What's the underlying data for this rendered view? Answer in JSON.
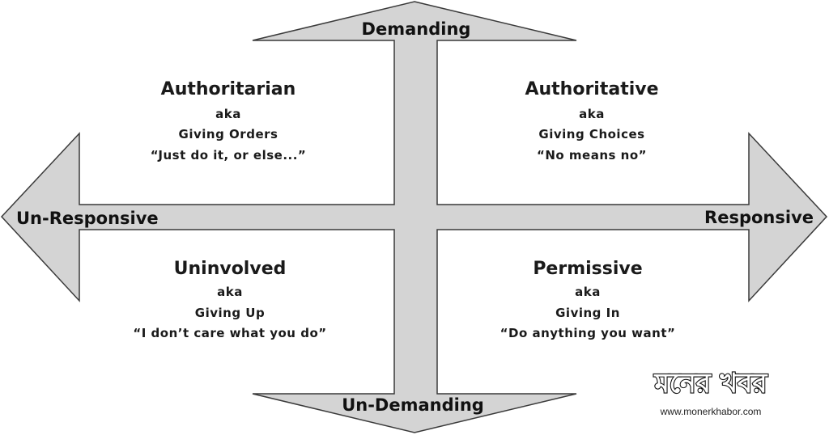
{
  "axes": {
    "top": "Demanding",
    "bottom": "Un-Demanding",
    "left": "Un-Responsive",
    "right": "Responsive"
  },
  "quadrants": {
    "top_left": {
      "title": "Authoritarian",
      "aka": "aka",
      "subtitle": "Giving Orders",
      "quote": "“Just do it, or else...”"
    },
    "top_right": {
      "title": "Authoritative",
      "aka": "aka",
      "subtitle": "Giving Choices",
      "quote": "“No means no”"
    },
    "bottom_left": {
      "title": "Uninvolved",
      "aka": "aka",
      "subtitle": "Giving Up",
      "quote": "“I don’t care what you do”"
    },
    "bottom_right": {
      "title": "Permissive",
      "aka": "aka",
      "subtitle": "Giving In",
      "quote": "“Do anything you want”"
    }
  },
  "watermark": {
    "logo": "মনের খবর",
    "website": "www.monerkhabor.com"
  },
  "colors": {
    "arrow_fill": "#d4d4d4",
    "arrow_stroke": "#3a3a3a"
  }
}
